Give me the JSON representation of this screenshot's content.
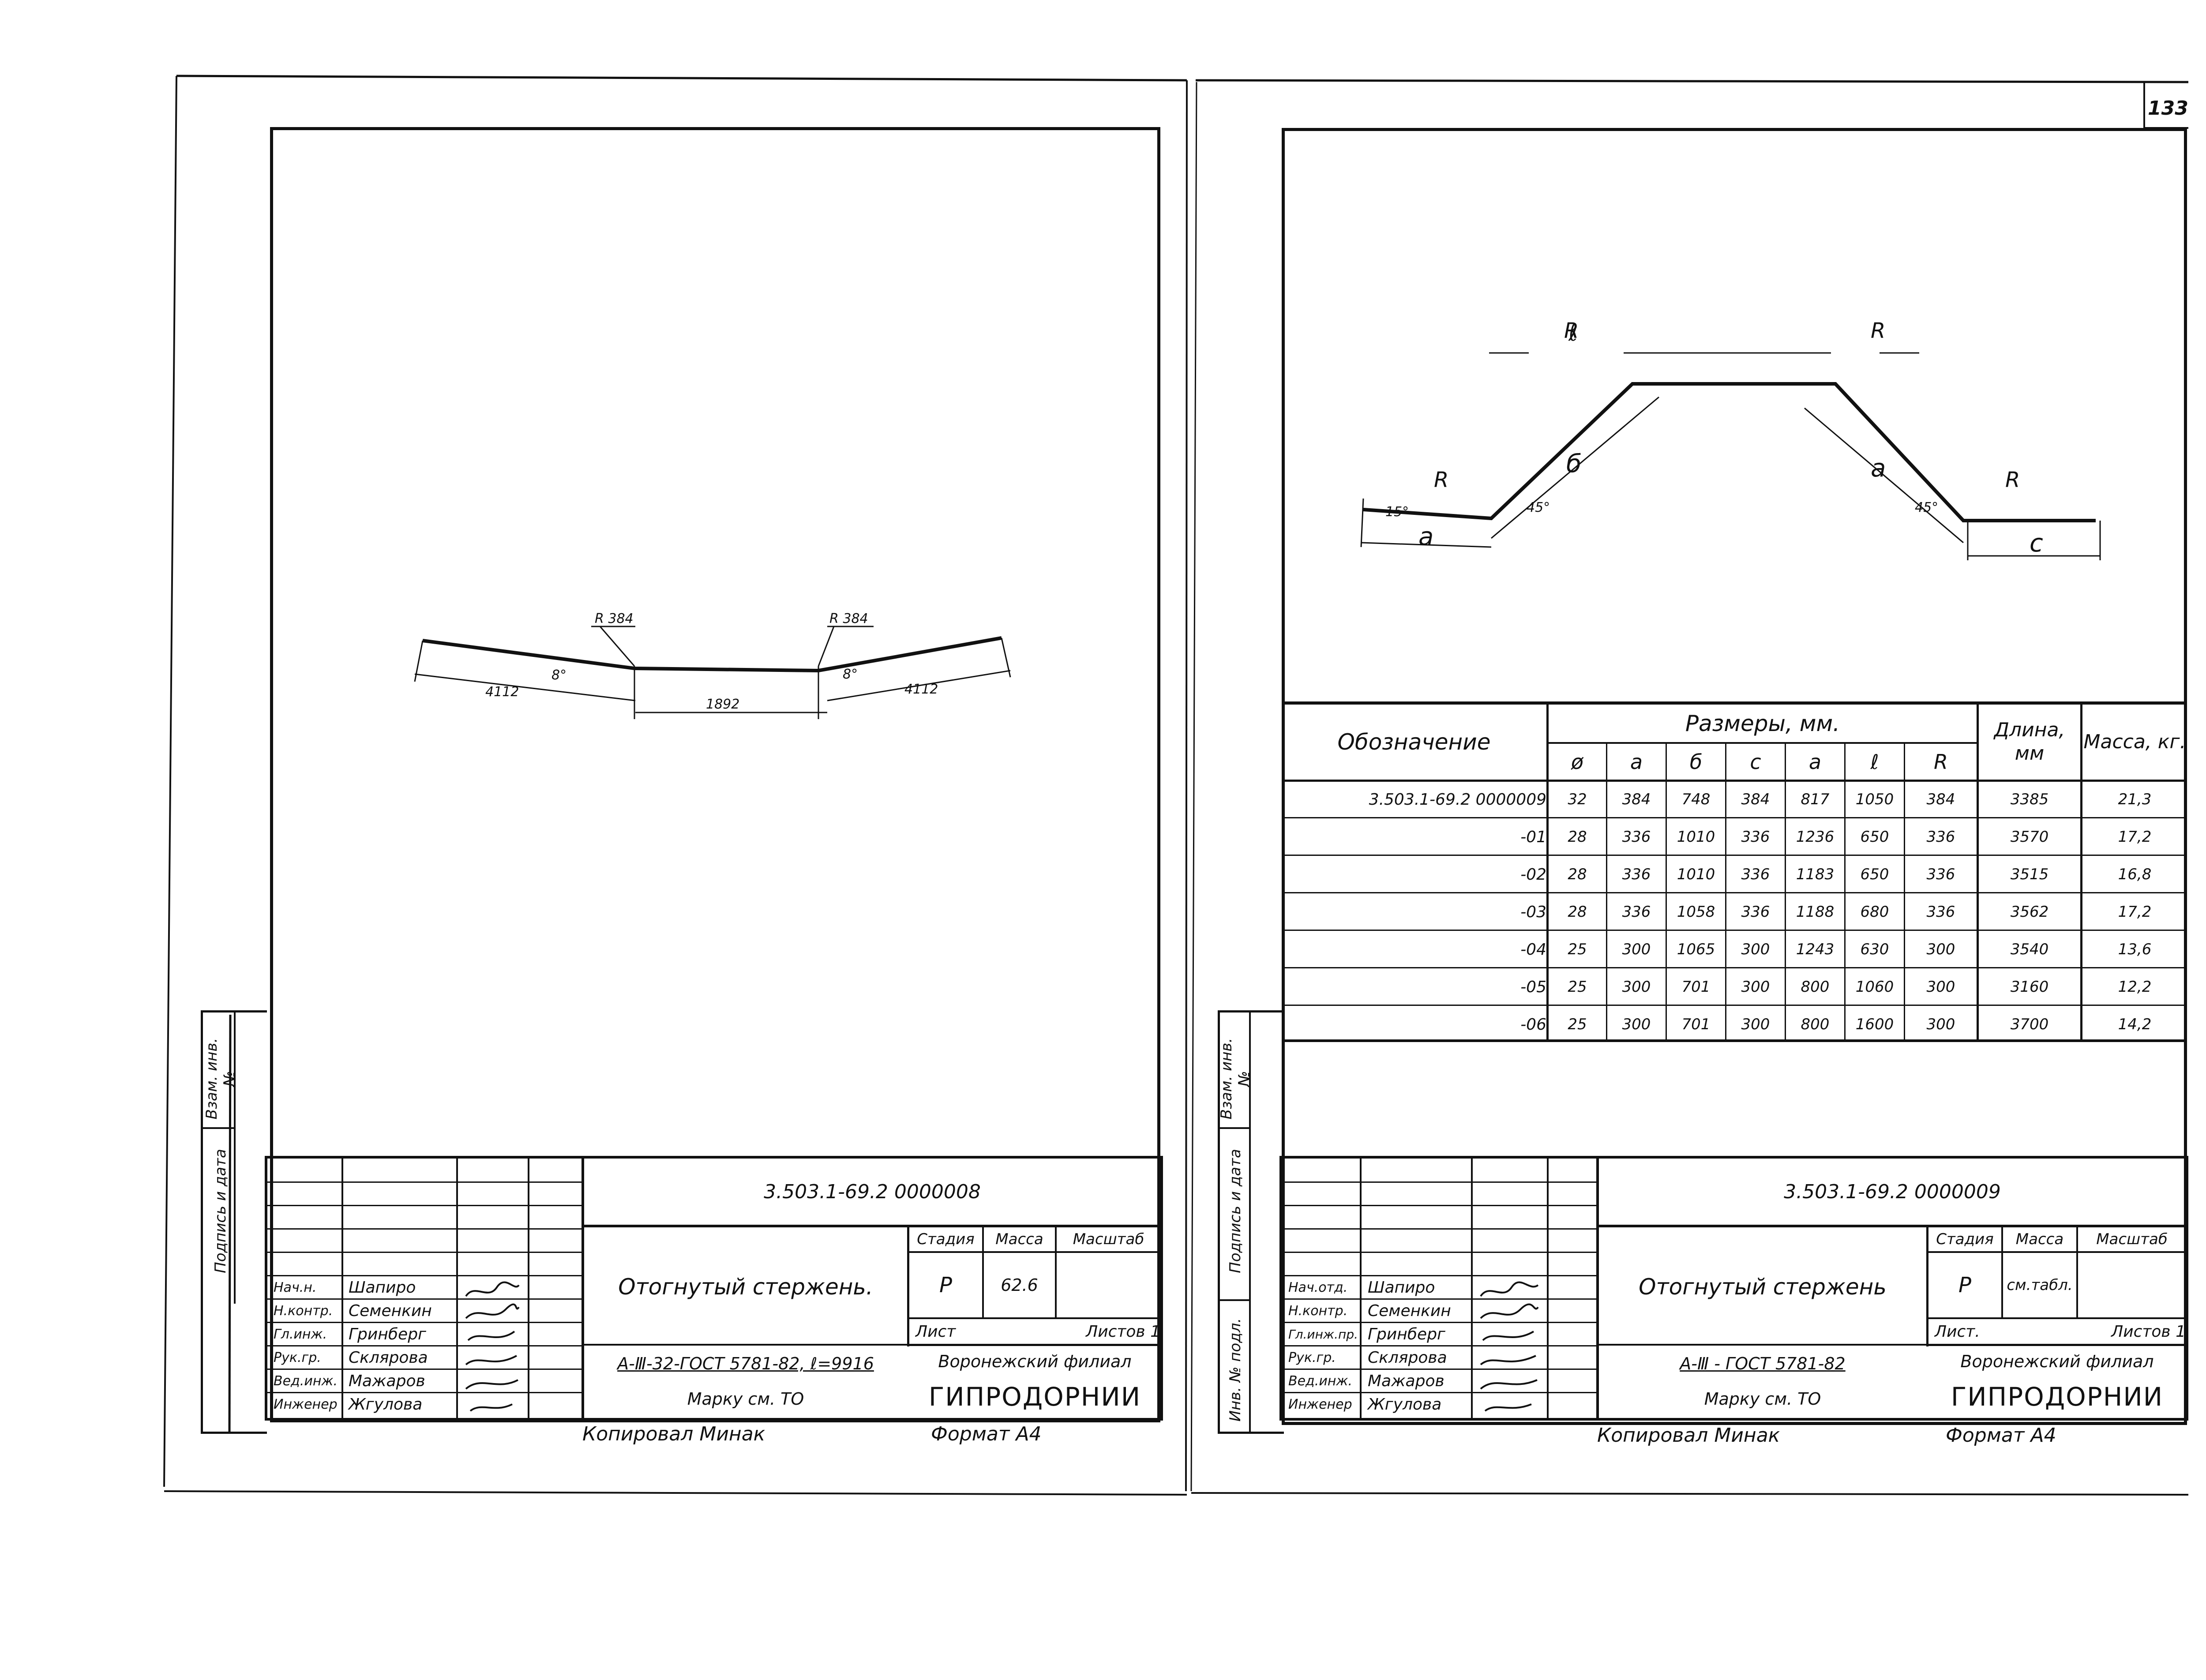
{
  "page_number": "133",
  "left_sheet": {
    "drawing": {
      "dim_left": "4112",
      "dim_mid": "1892",
      "dim_right": "4112",
      "radius_left": "R 384",
      "radius_right": "R 384",
      "angle_left": "8°",
      "angle_right": "8°"
    },
    "side_stamp": {
      "label1": "Взам. инв. №",
      "label2": "Подпись и дата"
    },
    "title_block": {
      "doc_code": "3.503.1-69.2  0000008",
      "title": "Отогнутый стержень.",
      "stage_header": "Стадия",
      "mass_header": "Масса",
      "scale_header": "Масштаб",
      "stage": "Р",
      "mass": "62.6",
      "sheet": "Лист",
      "sheets": "Листов 1",
      "material": "А-Ⅲ-32-ГОСТ 5781-82, ℓ=9916",
      "brand": "Марку см. ТО",
      "org1": "Воронежский филиал",
      "org2": "ГИПРОДОРНИИ",
      "signers": [
        {
          "role": "Нач.н.",
          "name": "Шапиро"
        },
        {
          "role": "Н.контр.",
          "name": "Семенкин"
        },
        {
          "role": "Гл.инж.",
          "name": "Гринберг"
        },
        {
          "role": "Рук.гр.",
          "name": "Склярова"
        },
        {
          "role": "Вед.инж.",
          "name": "Мажаров"
        },
        {
          "role": "Инженер",
          "name": "Жгулова"
        }
      ]
    },
    "footer_copy": "Копировал  Минак",
    "footer_format": "Формат А4"
  },
  "right_sheet": {
    "drawing": {
      "r_top_left": "R",
      "r_top_right": "R",
      "r_bottom_left": "R",
      "r_bottom_right": "R",
      "ell": "ℓ",
      "b": "б",
      "a_diag": "а",
      "a_bottom": "а",
      "c": "с",
      "angle_15": "15°",
      "angle_45_left": "45°",
      "angle_45_right": "45°"
    },
    "table": {
      "header_designation": "Обозначение",
      "header_dimensions": "Размеры, мм.",
      "header_length": "Длина, мм",
      "header_mass": "Масса, кг.",
      "sub_headers": [
        "ø",
        "а",
        "б",
        "с",
        "а",
        "ℓ",
        "R"
      ],
      "rows": [
        [
          "3.503.1-69.2 0000009",
          "32",
          "384",
          "748",
          "384",
          "817",
          "1050",
          "384",
          "3385",
          "21,3"
        ],
        [
          "-01",
          "28",
          "336",
          "1010",
          "336",
          "1236",
          "650",
          "336",
          "3570",
          "17,2"
        ],
        [
          "-02",
          "28",
          "336",
          "1010",
          "336",
          "1183",
          "650",
          "336",
          "3515",
          "16,8"
        ],
        [
          "-03",
          "28",
          "336",
          "1058",
          "336",
          "1188",
          "680",
          "336",
          "3562",
          "17,2"
        ],
        [
          "-04",
          "25",
          "300",
          "1065",
          "300",
          "1243",
          "630",
          "300",
          "3540",
          "13,6"
        ],
        [
          "-05",
          "25",
          "300",
          "701",
          "300",
          "800",
          "1060",
          "300",
          "3160",
          "12,2"
        ],
        [
          "-06",
          "25",
          "300",
          "701",
          "300",
          "800",
          "1600",
          "300",
          "3700",
          "14,2"
        ]
      ]
    },
    "side_stamp": {
      "label1": "Взам. инв. №",
      "label2": "Подпись и дата",
      "label3": "Инв. № подл."
    },
    "title_block": {
      "doc_code": "3.503.1-69.2 0000009",
      "title": "Отогнутый  стержень",
      "stage_header": "Стадия",
      "mass_header": "Масса",
      "scale_header": "Масштаб",
      "stage": "Р",
      "mass": "см.табл.",
      "sheet": "Лист.",
      "sheets": "Листов 1",
      "material": "А-Ⅲ - ГОСТ 5781-82",
      "brand": "Марку см. ТО",
      "org1": "Воронежский филиал",
      "org2": "ГИПРОДОРНИИ",
      "signers": [
        {
          "role": "Нач.отд.",
          "name": "Шапиро"
        },
        {
          "role": "Н.контр.",
          "name": "Семенкин"
        },
        {
          "role": "Гл.инж.пр.",
          "name": "Гринберг"
        },
        {
          "role": "Рук.гр.",
          "name": "Склярова"
        },
        {
          "role": "Вед.инж.",
          "name": "Мажаров"
        },
        {
          "role": "Инженер",
          "name": "Жгулова"
        }
      ]
    },
    "footer_copy": "Копировал  Минак",
    "footer_format": "Формат А4"
  }
}
